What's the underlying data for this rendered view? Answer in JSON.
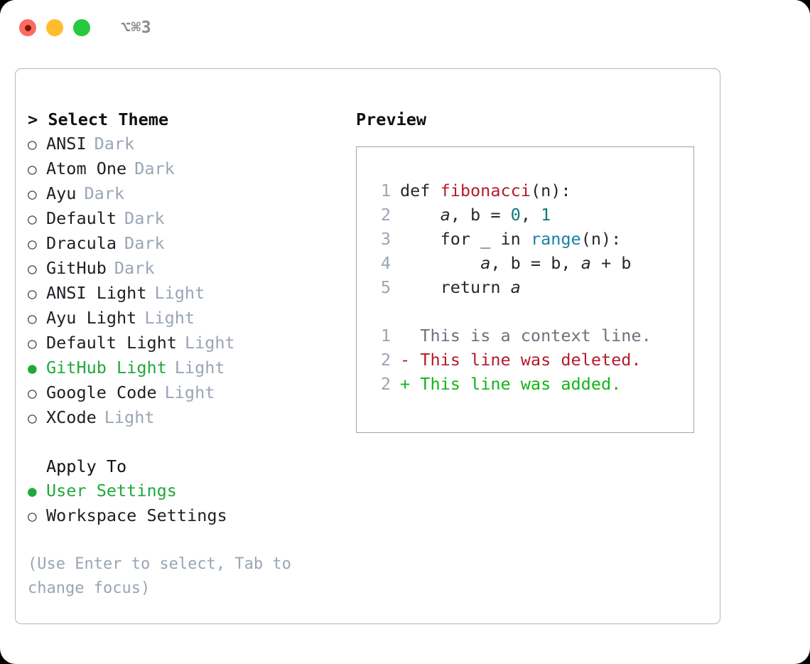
{
  "titlebar": {
    "shortcut": "⌥⌘3",
    "lights": [
      {
        "name": "close",
        "color": "#fd6b60"
      },
      {
        "name": "minimize",
        "color": "#ffbd2e"
      },
      {
        "name": "zoom",
        "color": "#27c93f"
      }
    ]
  },
  "theme_section": {
    "caret": ">",
    "heading": "Select Theme",
    "items": [
      {
        "marker": "○",
        "label": "ANSI",
        "tag": "Dark",
        "selected": false
      },
      {
        "marker": "○",
        "label": "Atom One",
        "tag": "Dark",
        "selected": false
      },
      {
        "marker": "○",
        "label": "Ayu",
        "tag": "Dark",
        "selected": false
      },
      {
        "marker": "○",
        "label": "Default",
        "tag": "Dark",
        "selected": false
      },
      {
        "marker": "○",
        "label": "Dracula",
        "tag": "Dark",
        "selected": false
      },
      {
        "marker": "○",
        "label": "GitHub",
        "tag": "Dark",
        "selected": false
      },
      {
        "marker": "○",
        "label": "ANSI Light",
        "tag": "Light",
        "selected": false
      },
      {
        "marker": "○",
        "label": "Ayu Light",
        "tag": "Light",
        "selected": false
      },
      {
        "marker": "○",
        "label": "Default Light",
        "tag": "Light",
        "selected": false
      },
      {
        "marker": "●",
        "label": "GitHub Light",
        "tag": "Light",
        "selected": true
      },
      {
        "marker": "○",
        "label": "Google Code",
        "tag": "Light",
        "selected": false
      },
      {
        "marker": "○",
        "label": "XCode",
        "tag": "Light",
        "selected": false
      }
    ]
  },
  "apply_section": {
    "heading": "Apply To",
    "items": [
      {
        "marker": "●",
        "label": "User Settings",
        "selected": true
      },
      {
        "marker": "○",
        "label": "Workspace Settings",
        "selected": false
      }
    ]
  },
  "hint": "(Use Enter to select, Tab to change focus)",
  "preview": {
    "title": "Preview",
    "code_lines": [
      {
        "number": "1",
        "tokens": [
          {
            "text": "def ",
            "kind": "def"
          },
          {
            "text": "fibonacci",
            "kind": "fn"
          },
          {
            "text": "(n):",
            "kind": "punc"
          }
        ]
      },
      {
        "number": "2",
        "tokens": [
          {
            "text": "    ",
            "kind": "punc"
          },
          {
            "text": "a",
            "kind": "var"
          },
          {
            "text": ", ",
            "kind": "punc"
          },
          {
            "text": "b",
            "kind": "def"
          },
          {
            "text": " = ",
            "kind": "punc"
          },
          {
            "text": "0",
            "kind": "num"
          },
          {
            "text": ", ",
            "kind": "punc"
          },
          {
            "text": "1",
            "kind": "num"
          }
        ]
      },
      {
        "number": "3",
        "tokens": [
          {
            "text": "    for _ in ",
            "kind": "def"
          },
          {
            "text": "range",
            "kind": "call"
          },
          {
            "text": "(n):",
            "kind": "punc"
          }
        ]
      },
      {
        "number": "4",
        "tokens": [
          {
            "text": "        ",
            "kind": "punc"
          },
          {
            "text": "a",
            "kind": "var"
          },
          {
            "text": ", b = b, ",
            "kind": "punc"
          },
          {
            "text": "a",
            "kind": "var"
          },
          {
            "text": " + b",
            "kind": "punc"
          }
        ]
      },
      {
        "number": "5",
        "tokens": [
          {
            "text": "    return ",
            "kind": "def"
          },
          {
            "text": "a",
            "kind": "var"
          }
        ]
      }
    ],
    "diff_lines": [
      {
        "number": "1",
        "sign": " ",
        "text": " This is a context line.",
        "kind": "ctx"
      },
      {
        "number": "2",
        "sign": "-",
        "text": " This line was deleted.",
        "kind": "del"
      },
      {
        "number": "2",
        "sign": "+",
        "text": " This line was added.",
        "kind": "add"
      }
    ]
  },
  "colors": {
    "accent_green": "#1fa93b",
    "muted": "#9aa5b5",
    "diff_add": "#12b516",
    "diff_del": "#b31d28",
    "fn": "#b31d28",
    "call": "#1b7fa8",
    "num": "#0d7a77"
  }
}
